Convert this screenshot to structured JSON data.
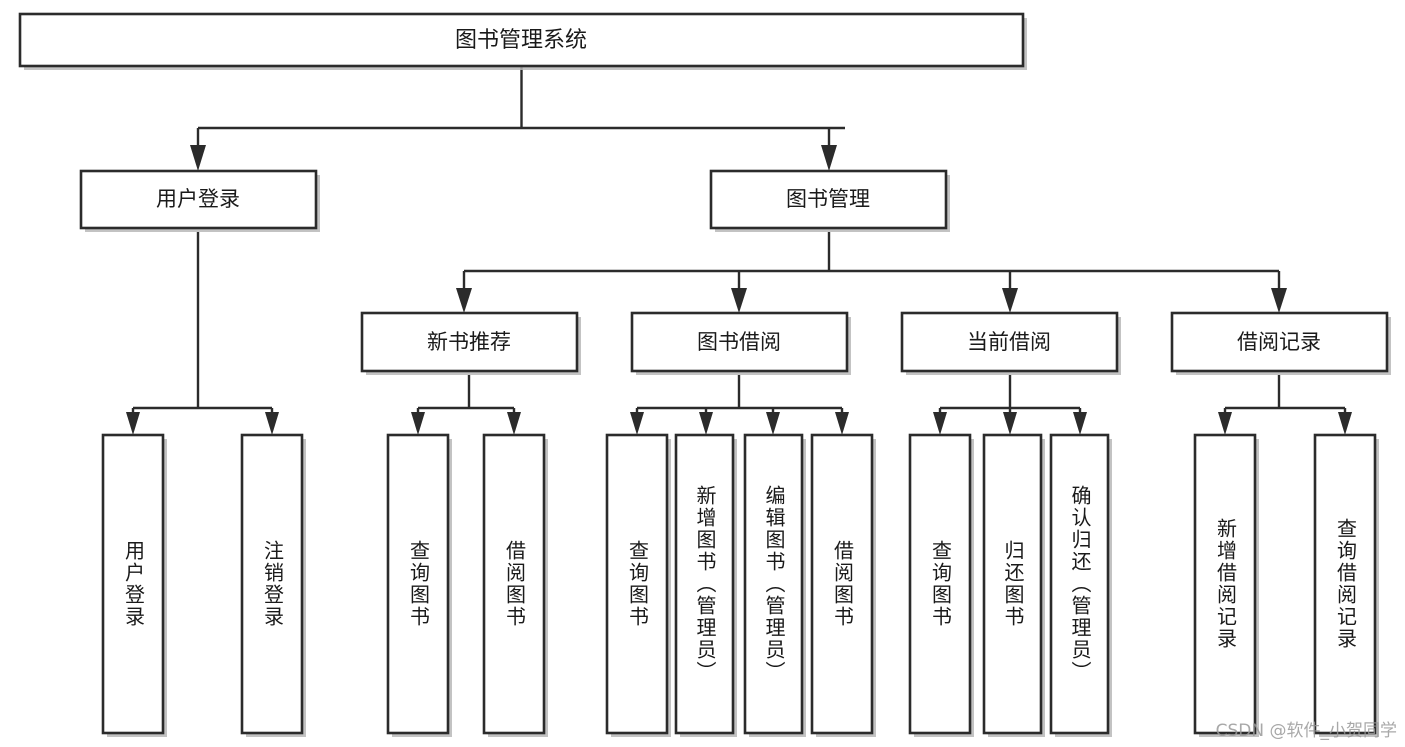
{
  "diagram": {
    "title": "图书管理系统",
    "type": "tree-hierarchy",
    "watermark": "CSDN @软件_小贺同学",
    "colors": {
      "box_stroke": "#2b2b2b",
      "box_fill": "#ffffff",
      "connector": "#2b2b2b",
      "background": "#ffffff",
      "watermark": "#9a9a9a"
    },
    "root": {
      "label": "图书管理系统"
    },
    "level2": [
      {
        "label": "用户登录"
      },
      {
        "label": "图书管理"
      }
    ],
    "level3": [
      {
        "label": "新书推荐"
      },
      {
        "label": "图书借阅"
      },
      {
        "label": "当前借阅"
      },
      {
        "label": "借阅记录"
      }
    ],
    "leaves": {
      "user_login": [
        {
          "label": "用户登录"
        },
        {
          "label": "注销登录"
        }
      ],
      "new_book_recommend": [
        {
          "label": "查询图书"
        },
        {
          "label": "借阅图书"
        }
      ],
      "book_borrow": [
        {
          "label": "查询图书"
        },
        {
          "label": "新增图书（管理员）"
        },
        {
          "label": "编辑图书（管理员）"
        },
        {
          "label": "借阅图书"
        }
      ],
      "current_borrow": [
        {
          "label": "查询图书"
        },
        {
          "label": "归还图书"
        },
        {
          "label": "确认归还（管理员）"
        }
      ],
      "borrow_record": [
        {
          "label": "新增借阅记录"
        },
        {
          "label": "查询借阅记录"
        }
      ]
    }
  }
}
